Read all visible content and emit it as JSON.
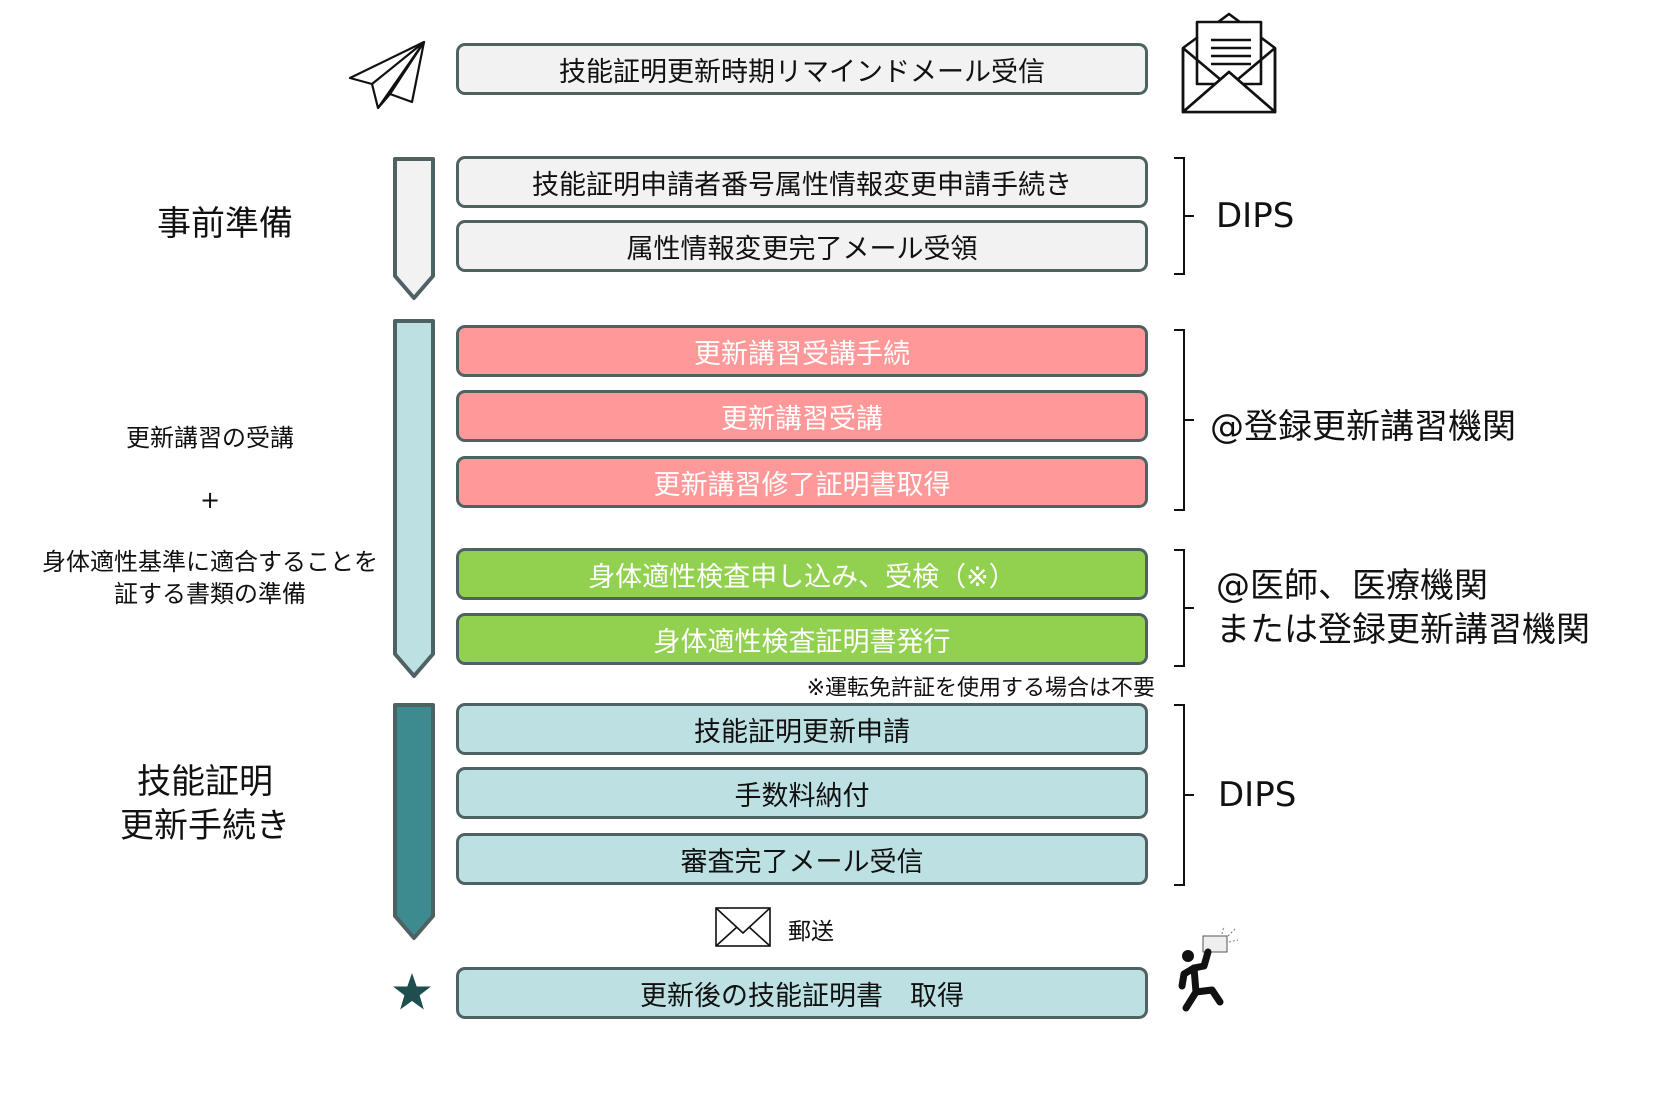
{
  "top": {
    "reminder_step": "技能証明更新時期リマインドメール受信"
  },
  "phases": [
    {
      "label": "事前準備",
      "arrow_color": "#f2f2f2"
    },
    {
      "label_lines": [
        "更新講習の受講",
        "+",
        "身体適性基準に適合することを",
        "証する書類の準備"
      ],
      "arrow_color": "#bde0e3"
    },
    {
      "label_lines": [
        "技能証明",
        "更新手続き"
      ],
      "arrow_color": "#3d8a8f"
    }
  ],
  "groups": {
    "prep": {
      "steps": [
        "技能証明申請者番号属性情報変更申請手続き",
        "属性情報変更完了メール受領"
      ],
      "org": "DIPS"
    },
    "course": {
      "steps": [
        "更新講習受講手続",
        "更新講習受講",
        "更新講習修了証明書取得"
      ],
      "org": "@登録更新講習機関",
      "color": "#ff9999"
    },
    "medical": {
      "steps": [
        "身体適性検査申し込み、受検（※）",
        "身体適性検査証明書発行"
      ],
      "org_lines": [
        "@医師、医療機関",
        "または登録更新講習機関"
      ],
      "note": "※運転免許証を使用する場合は不要",
      "color": "#92d050"
    },
    "renewal": {
      "steps": [
        "技能証明更新申請",
        "手数料納付",
        "審査完了メール受信"
      ],
      "org": "DIPS",
      "color": "#bde0e3"
    }
  },
  "mail": {
    "label": "郵送"
  },
  "final": {
    "step": "更新後の技能証明書　取得"
  },
  "icons": [
    "paper-plane-icon",
    "open-envelope-icon",
    "envelope-icon",
    "star-icon",
    "running-person-icon"
  ],
  "colors": {
    "border": "#4f6263",
    "star": "#1f4e4f"
  }
}
